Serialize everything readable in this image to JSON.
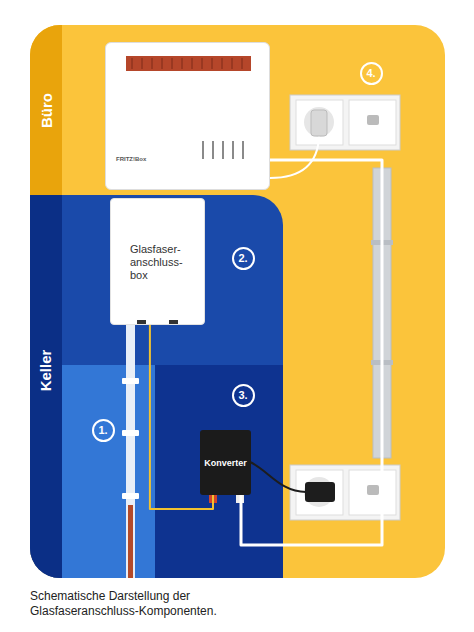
{
  "diagram": {
    "caption": "Schematische Darstellung der Glasfaseranschluss-Komponenten.",
    "nodes": [
      {
        "text": [
          "Büro"
        ]
      },
      {
        "text": [
          "FRITZ!Box"
        ],
        "in": 0
      },
      {
        "text": [
          "Keller"
        ]
      },
      {
        "text": [
          "Glasfaser- anschluss- box"
        ],
        "in": 2
      },
      {
        "text": [
          "Konverter"
        ],
        "in": 2
      }
    ],
    "edges": [
      {
        "from": 3,
        "to": 4,
        "arrow": "none"
      },
      {
        "from": 4,
        "to": 1,
        "arrow": "none"
      }
    ],
    "labels": [
      "1.",
      "2.",
      "3.",
      "4."
    ]
  }
}
